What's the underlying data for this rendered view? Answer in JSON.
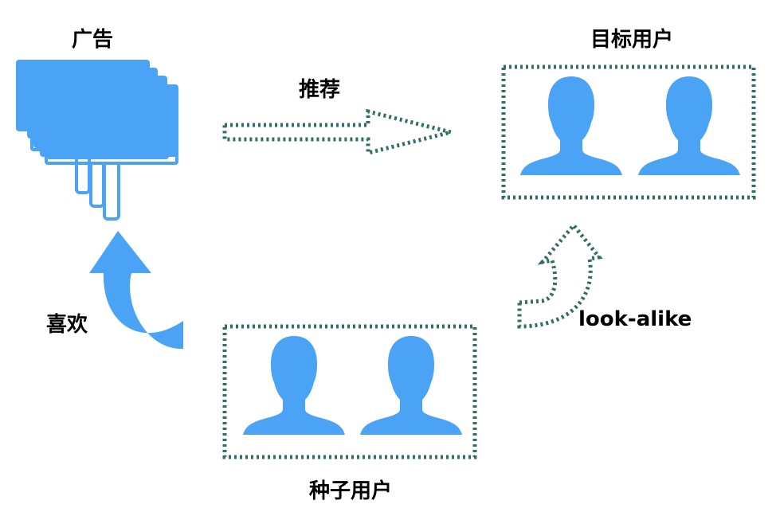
{
  "labels": {
    "ad": "广告",
    "recommend": "推荐",
    "target_users": "目标用户",
    "like": "喜欢",
    "look_alike": "look-alike",
    "seed_users": "种子用户"
  },
  "colors": {
    "primary_blue": "#4aa3f5",
    "dotted_green": "#2f6f67",
    "text": "#000000",
    "background": "#ffffff"
  },
  "icons": {
    "ad_stack": "stacked-ad-cards-icon",
    "user": "person-silhouette-icon"
  }
}
